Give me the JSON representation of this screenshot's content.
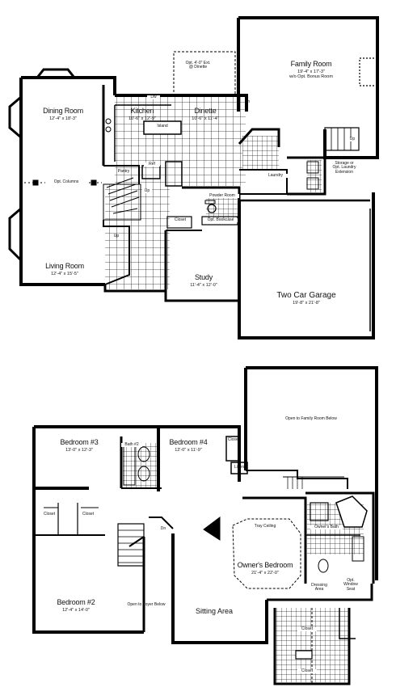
{
  "first_floor": {
    "family_room": {
      "name": "Family Room",
      "dims": "19'-4\" x 17'-3\"",
      "note": "w/o Opt. Bonus Room"
    },
    "opt_bay": {
      "line1": "Opt. 4'-0\" Ext.",
      "line2": "@ Dinette"
    },
    "dining_room": {
      "name": "Dining Room",
      "dims": "12'-4\" x 18'-3\""
    },
    "kitchen": {
      "name": "Kitchen",
      "dims": "10'-6\" x 12'-9\""
    },
    "dinette": {
      "name": "Dinette",
      "dims": "10'-6\" x 11'-4\""
    },
    "island": "Island",
    "ref": "Ref",
    "dw": "Dw",
    "opt_columns": "Opt. Columns",
    "pantry": "Pantry",
    "laundry": "Laundry",
    "storage": {
      "line1": "Storage or",
      "line2": "Opt. Laundry",
      "line3": "Extension"
    },
    "powder_room": "Powder Room",
    "closet": "Closet",
    "opt_bookcase": "Opt. Bookcase",
    "living_room": {
      "name": "Living Room",
      "dims": "12'-4\" x 15'-5\""
    },
    "study": {
      "name": "Study",
      "dims": "11'-4\" x 12'-0\""
    },
    "garage": {
      "name": "Two Car Garage",
      "dims": "19'-8\" x 21'-8\""
    },
    "up_labels": [
      "Up",
      "Up",
      "Up"
    ],
    "dn_label": "Dn"
  },
  "second_floor": {
    "open_family": "Open to Family Room Below",
    "bedroom3": {
      "name": "Bedroom #3",
      "dims": "13'-0\" x 12'-3\""
    },
    "bedroom4": {
      "name": "Bedroom #4",
      "dims": "12'-0\" x 11'-9\""
    },
    "bath2": "Bath #2",
    "closet_labels": [
      "Closet",
      "Closet",
      "Closet",
      "Closet",
      "Closet"
    ],
    "linen": "Linen",
    "tray": "Tray Ceiling",
    "owners_bedroom": {
      "name": "Owner's Bedroom",
      "dims": "21'-4\" x 22'-0\""
    },
    "owners_bath": "Owner's Bath",
    "dressing": {
      "line1": "Dressing",
      "line2": "Area"
    },
    "window_seat": {
      "line1": "Opt.",
      "line2": "Window",
      "line3": "Seat"
    },
    "bedroom2": {
      "name": "Bedroom #2",
      "dims": "12'-4\" x 14'-0\""
    },
    "open_foyer": "Open to Foyer Below",
    "sitting": "Sitting Area",
    "dn_label": "Dn"
  }
}
